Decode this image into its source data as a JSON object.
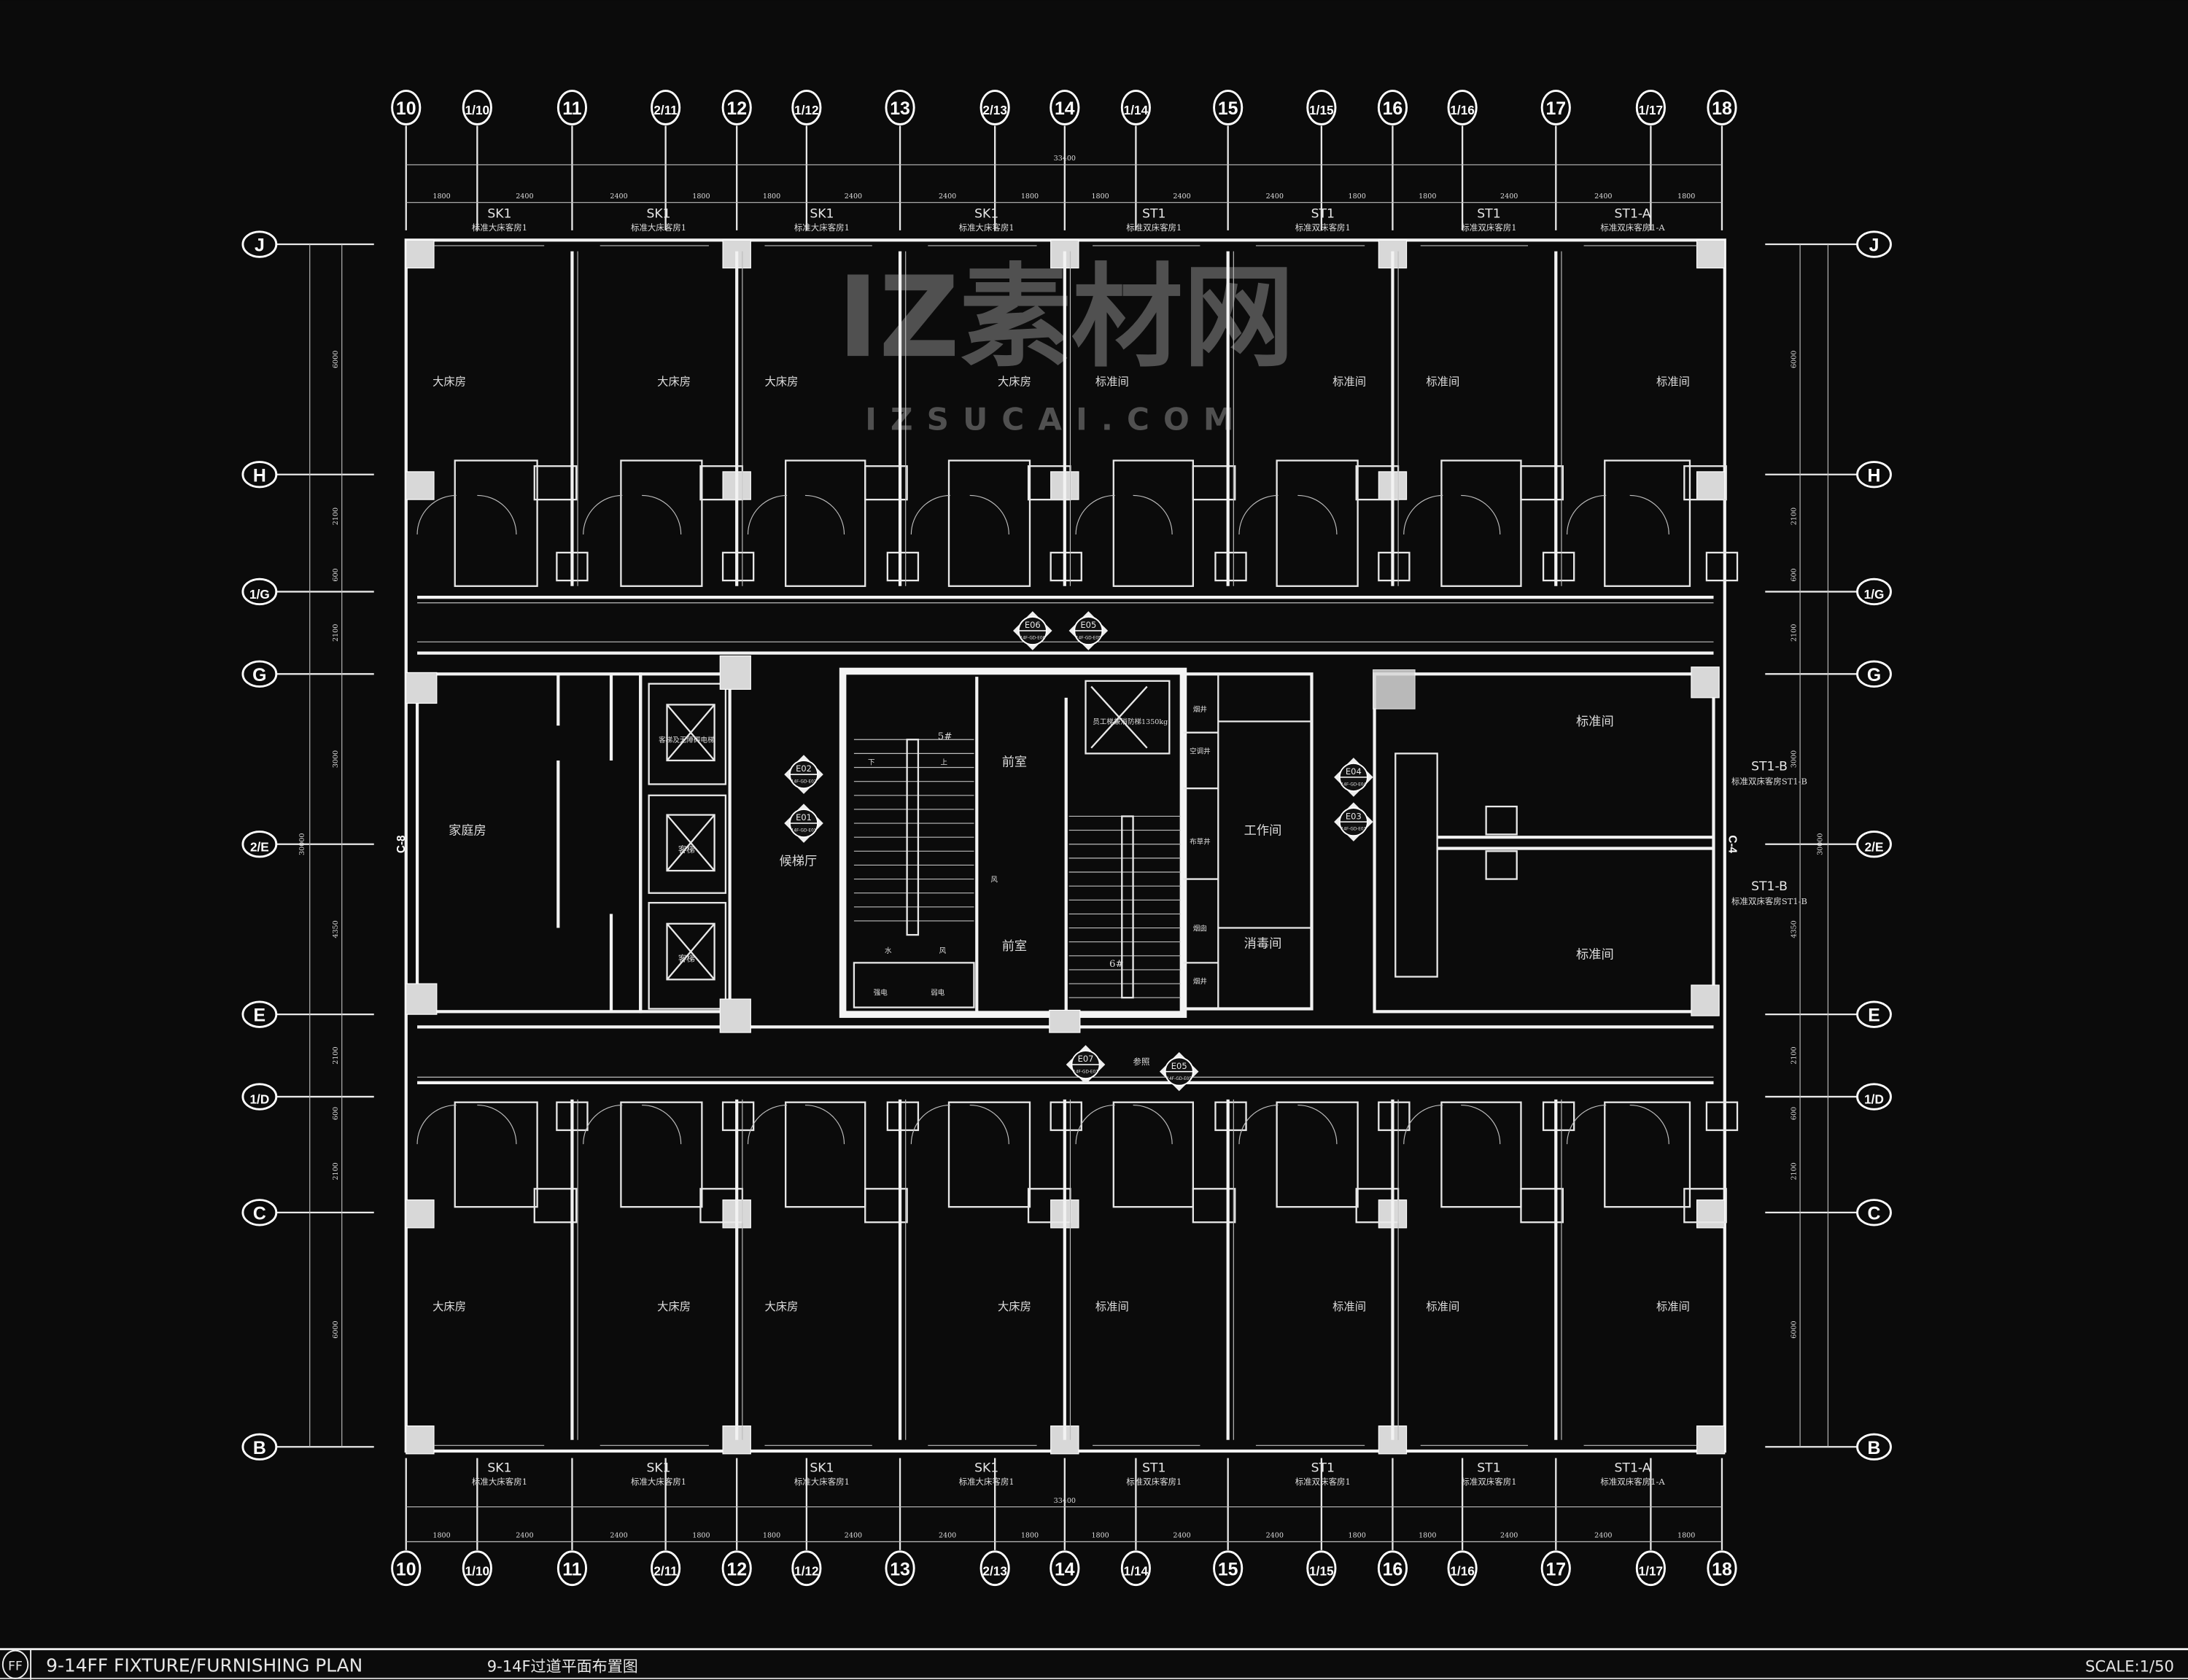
{
  "title_bar": {
    "badge": "FF",
    "title_en": "9-14FF FIXTURE/FURNISHING PLAN",
    "title_cn": "9-14F过道平面布置图",
    "scale": "SCALE:1/50"
  },
  "watermark": {
    "brand": "IZ素材网",
    "site": "IZSUCAI.COM"
  },
  "column_axes": [
    "10",
    "1/10",
    "11",
    "2/11",
    "12",
    "1/12",
    "13",
    "2/13",
    "14",
    "1/14",
    "15",
    "1/15",
    "16",
    "1/16",
    "17",
    "1/17",
    "18"
  ],
  "row_axes": [
    "J",
    "H",
    "1/G",
    "G",
    "2/E",
    "E",
    "1/D",
    "C",
    "B"
  ],
  "top_dims": [
    "1800",
    "2400",
    "2400",
    "1800",
    "1800",
    "2400",
    "2400",
    "1800",
    "1800",
    "2400",
    "2400",
    "1800",
    "1800",
    "2400",
    "2400",
    "1800"
  ],
  "overall_dim_top": "33400",
  "overall_dim_bottom": "33400",
  "left_dims": [
    "6000",
    "2100",
    "600",
    "2100",
    "3000",
    "4350",
    "2100",
    "600",
    "2100",
    "6000"
  ],
  "overall_dim_side": "30000",
  "top_units": [
    {
      "code": "SK1",
      "name": "标准大床客房1",
      "room": "大床房"
    },
    {
      "code": "SK1",
      "name": "标准大床客房1",
      "room": "大床房"
    },
    {
      "code": "SK1",
      "name": "标准大床客房1",
      "room": "大床房"
    },
    {
      "code": "SK1",
      "name": "标准大床客房1",
      "room": "大床房"
    },
    {
      "code": "ST1",
      "name": "标准双床客房1",
      "room": "标准间"
    },
    {
      "code": "ST1",
      "name": "标准双床客房1",
      "room": "标准间"
    },
    {
      "code": "ST1",
      "name": "标准双床客房1",
      "room": "标准间"
    },
    {
      "code": "ST1-A",
      "name": "标准双床客房1-A",
      "room": "标准间"
    }
  ],
  "bottom_units": [
    {
      "code": "SK1",
      "name": "标准大床客房1",
      "room": "大床房"
    },
    {
      "code": "SK1",
      "name": "标准大床客房1",
      "room": "大床房"
    },
    {
      "code": "SK1",
      "name": "标准大床客房1",
      "room": "大床房"
    },
    {
      "code": "SK1",
      "name": "标准大床客房1",
      "room": "大床房"
    },
    {
      "code": "ST1",
      "name": "标准双床客房1",
      "room": "标准间"
    },
    {
      "code": "ST1",
      "name": "标准双床客房1",
      "room": "标准间"
    },
    {
      "code": "ST1",
      "name": "标准双床客房1",
      "room": "标准间"
    },
    {
      "code": "ST1-A",
      "name": "标准双床客房1-A",
      "room": "标准间"
    }
  ],
  "core": {
    "family_room": "家庭房",
    "elevator_lobby": "候梯厅",
    "elevator_1": "客梯及无障碍电梯",
    "elevator_2": "客梯",
    "elevator_3": "客梯",
    "staff_elevator": "员工梯兼消防梯1350kg",
    "stair_5": "5#",
    "stair_6": "6#",
    "anteroom": "前室",
    "work_room": "工作间",
    "disinfection_room": "消毒间",
    "smoke_shaft": "烟井",
    "ac_shaft": "空调井",
    "linen_shaft": "布草井",
    "smoke_duct": "烟囱",
    "water": "水",
    "wind": "风",
    "strong_power": "强电",
    "weak_power": "弱电",
    "up": "上",
    "down": "下",
    "right_rooms": "标准间",
    "st1b_code": "ST1-B",
    "st1b_name": "标准双床客房ST1-B",
    "section_left": "C-8",
    "section_right": "C-4",
    "ref": "参照"
  },
  "callouts": [
    {
      "id": "E06",
      "ref": "14F-GD-E06"
    },
    {
      "id": "E05",
      "ref": "14F-GD-E05"
    },
    {
      "id": "E02",
      "ref": "14F-GD-E02"
    },
    {
      "id": "E01",
      "ref": "14F-GD-E01"
    },
    {
      "id": "E04",
      "ref": "14F-GD-E04"
    },
    {
      "id": "E03",
      "ref": "14F-GD-E03"
    },
    {
      "id": "E07",
      "ref": "14F-GD-E07"
    },
    {
      "id": "E05",
      "ref": "14F-GD-E05"
    }
  ]
}
